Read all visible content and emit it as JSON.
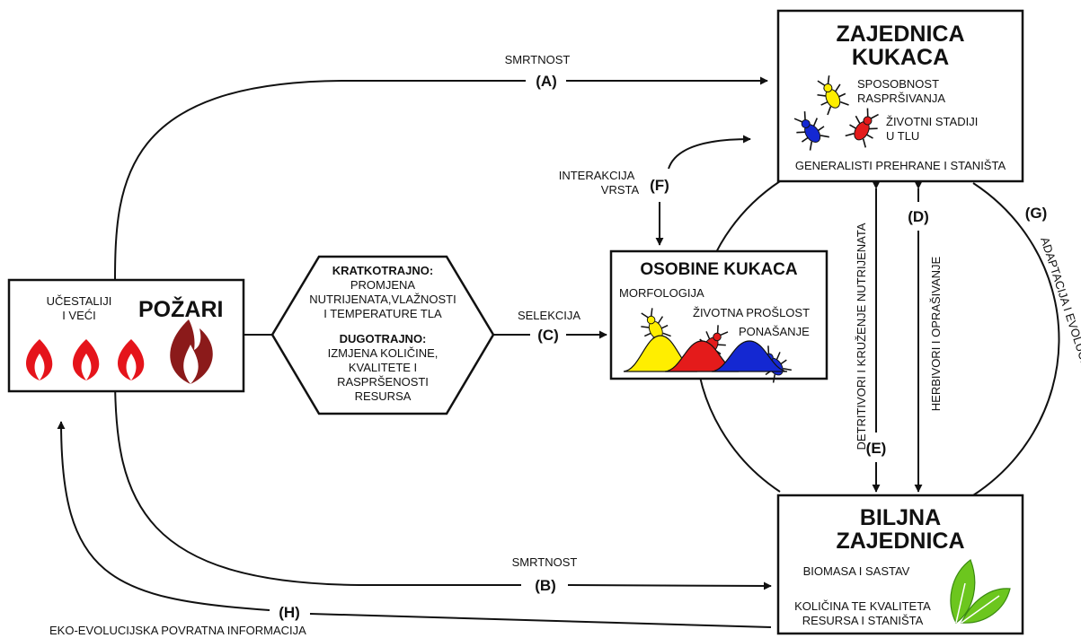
{
  "colors": {
    "flame_red": "#e5141b",
    "flame_dark": "#8b1a1a",
    "yellow": "#ffee00",
    "red": "#e41b1b",
    "blue": "#1428d2",
    "leaf_green": "#6cc61e"
  },
  "fire_box": {
    "subtitle_line1": "UČESTALIJI",
    "subtitle_line2": "I VEĆI",
    "title": "POŽARI"
  },
  "effects_box": {
    "short_title": "KRATKOTRAJNO:",
    "short_line1": "PROMJENA",
    "short_line2": "NUTRIJENATA,VLAŽNOSTI",
    "short_line3": "I TEMPERATURE TLA",
    "long_title": "DUGOTRAJNO:",
    "long_line1": "IZMJENA KOLIČINE,",
    "long_line2": "KVALITETE I",
    "long_line3": "RASPRŠENOSTI",
    "long_line4": "RESURSA"
  },
  "insect_community": {
    "title_line1": "ZAJEDNICA",
    "title_line2": "KUKACA",
    "dispersal_line1": "SPOSOBNOST",
    "dispersal_line2": "RASPRŠIVANJA",
    "soil_line1": "ŽIVOTNI STADIJI",
    "soil_line2": "U TLU",
    "generalists": "GENERALISTI PREHRANE I STANIŠTA"
  },
  "insect_traits": {
    "title": "OSOBINE KUKACA",
    "morphology": "MORFOLOGIJA",
    "life_history": "ŽIVOTNA PROŠLOST",
    "behaviour": "PONAŠANJE"
  },
  "plant_community": {
    "title_line1": "BILJNA",
    "title_line2": "ZAJEDNICA",
    "biomass": "BIOMASA I SASTAV",
    "resources_line1": "KOLIČINA TE KVALITETA",
    "resources_line2": "RESURSA I STANIŠTA"
  },
  "links": {
    "a_label": "SMRTNOST",
    "a_code": "(A)",
    "b_label": "SMRTNOST",
    "b_code": "(B)",
    "c_label": "SELEKCIJA",
    "c_code": "(C)",
    "d_code": "(D)",
    "d_label": "HERBIVORI I OPRAŠIVANJE",
    "e_code": "(E)",
    "e_label": "DETRITIVORI I KRUŽENJE NUTRIJENATA",
    "f_label_line1": "INTERAKCIJA",
    "f_label_line2": "VRSTA",
    "f_code": "(F)",
    "g_code": "(G)",
    "g_label": "ADAPTACIJA I EVOLUCIJA",
    "h_code": "(H)",
    "h_label": "EKO-EVOLUCIJSKA POVRATNA INFORMACIJA"
  }
}
